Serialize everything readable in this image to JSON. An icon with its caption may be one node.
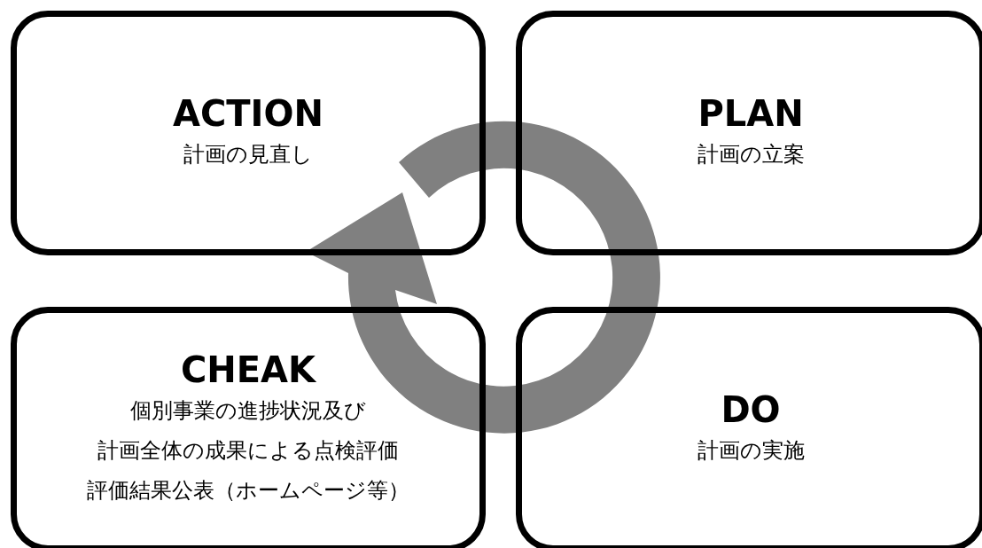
{
  "diagram": {
    "nodes": [
      {
        "text": [
          "ACTION",
          "計画の見直し"
        ]
      },
      {
        "text": [
          "PLAN",
          "計画の立案"
        ]
      },
      {
        "text": [
          "CHEAK",
          "個別事業の進捗状況及び",
          "計画全体の成果による点検評価",
          "評価結果公表（ホームページ等）"
        ]
      },
      {
        "text": [
          "DO",
          "計画の実施"
        ]
      }
    ]
  }
}
